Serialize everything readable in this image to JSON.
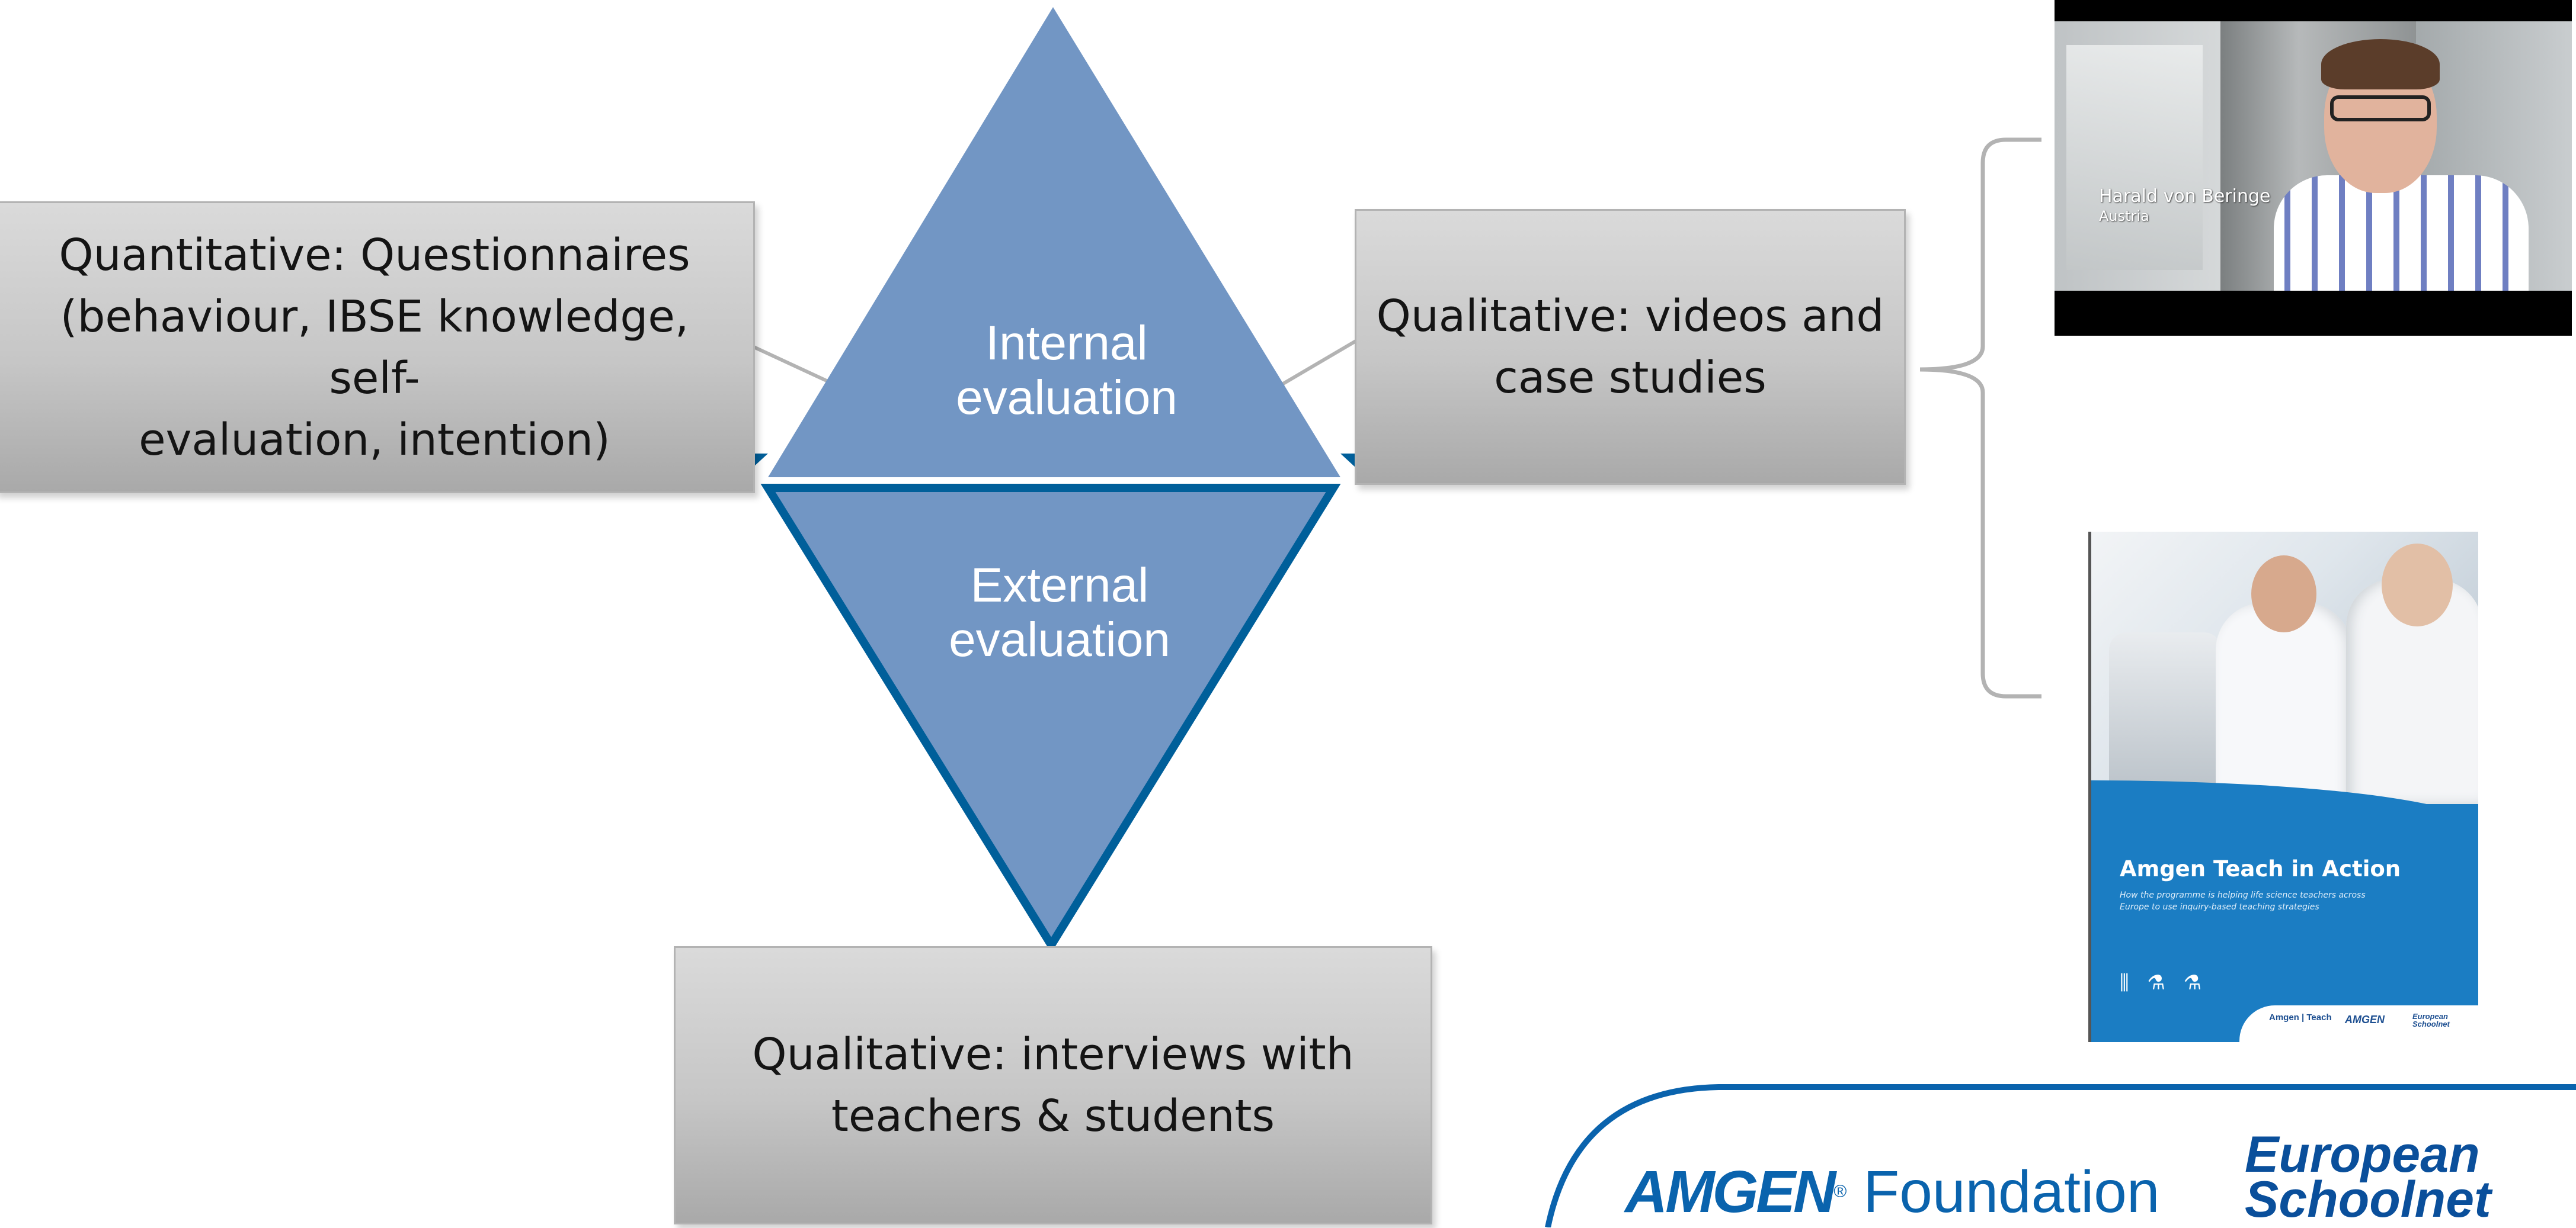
{
  "boxes": {
    "quantitative": [
      "Quantitative: Questionnaires",
      "(behaviour, IBSE knowledge, self-",
      "evaluation, intention)"
    ],
    "qualitative_videos": [
      "Qualitative: videos and",
      "case studies"
    ],
    "qualitative_interviews": [
      "Qualitative: interviews with",
      "teachers & students"
    ]
  },
  "triangles": {
    "internal": [
      "Internal",
      "evaluation"
    ],
    "external": [
      "External",
      "evaluation"
    ]
  },
  "video": {
    "name": "Harald von Beringe",
    "country": "Austria"
  },
  "brochure": {
    "title": "Amgen Teach in Action",
    "subtitle": "How the programme is helping life science teachers across Europe to use inquiry-based teaching strategies",
    "logo_amgen_teach": "Amgen | Teach",
    "logo_amgen": "AMGEN",
    "logo_esn": "European Schoolnet"
  },
  "logos": {
    "amgen_brand": "AMGEN",
    "amgen_reg": "®",
    "amgen_foundation": "Foundation",
    "esn_line1": "European",
    "esn_line2": "Schoolnet"
  },
  "colors": {
    "triangle_fill": "#7296c4",
    "triangle_border": "#005f9a",
    "logo_blue": "#0a63ad",
    "brochure_blue": "#1b7dc3"
  }
}
